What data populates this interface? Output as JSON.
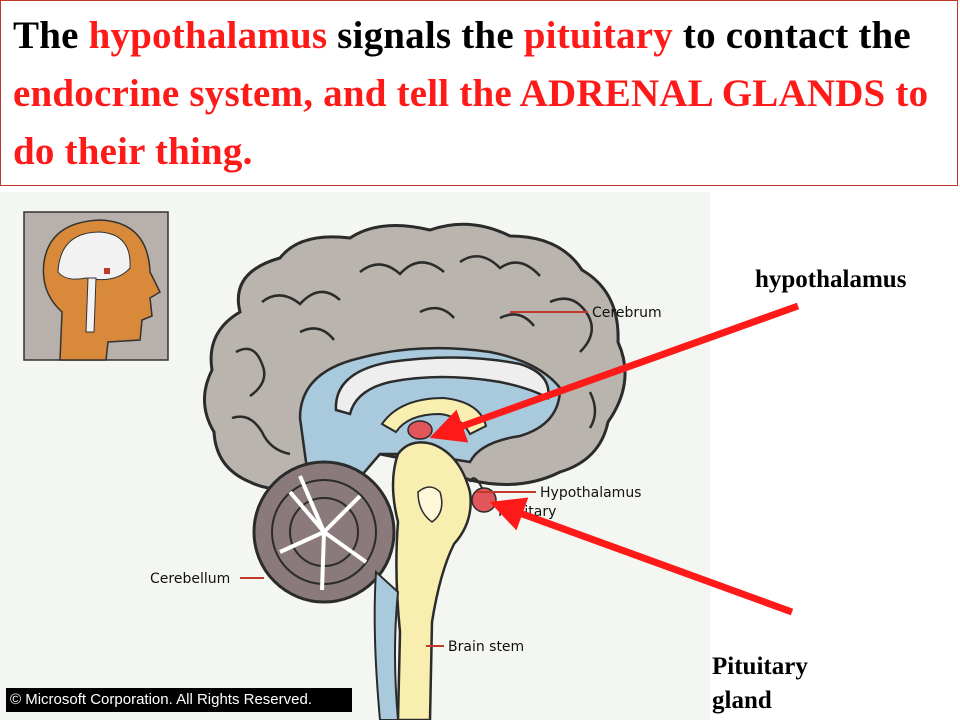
{
  "title": {
    "segments": [
      {
        "text": "The ",
        "highlight": false
      },
      {
        "text": "hypothalamus",
        "highlight": true
      },
      {
        "text": " signals the ",
        "highlight": false
      },
      {
        "text": "pituitary",
        "highlight": true
      },
      {
        "text": " to contact the ",
        "highlight": false
      },
      {
        "text": "endocrine system, and tell the ADRENAL GLANDS to do their thing.",
        "highlight": true
      }
    ],
    "highlight_color": "#ff1a1a"
  },
  "diagram": {
    "labels": {
      "cerebrum": "Cerebrum",
      "hypothalamus": "Hypothalamus",
      "pituitary": "Pituitary",
      "cerebellum": "Cerebellum",
      "brain_stem": "Brain stem"
    },
    "copyright": "© Microsoft Corporation. All Rights Reserved."
  },
  "external_labels": {
    "hypothalamus": "hypothalamus",
    "pituitary_line1": "Pituitary",
    "pituitary_line2": "gland"
  },
  "colors": {
    "arrow": "#ff1a1a",
    "cortex": "#b9b4ad",
    "ventricle": "#a9c9dc",
    "stem": "#f7eeb0",
    "cerebellum": "#8a7a7c",
    "gland": "#e2555a"
  }
}
